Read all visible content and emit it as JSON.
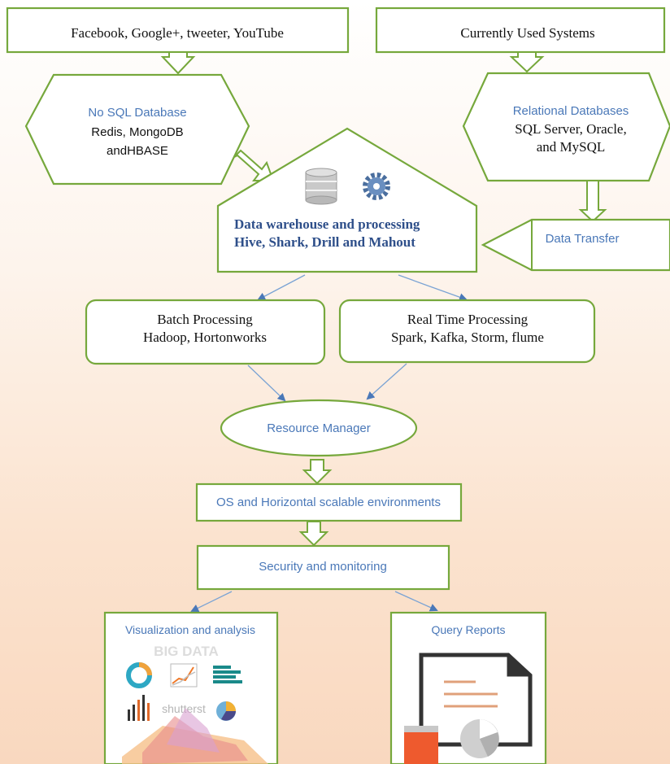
{
  "sources": {
    "social": "Facebook, Google+, tweeter, YouTube",
    "current": "Currently Used Systems"
  },
  "nosql": {
    "title": "No SQL Database",
    "line1": "Redis, MongoDB",
    "line2": "andHBASE"
  },
  "relational": {
    "title": "Relational Databases",
    "line1": "SQL Server, Oracle,",
    "line2": "and MySQL"
  },
  "warehouse": {
    "line1": "Data warehouse and processing",
    "line2": "Hive, Shark, Drill and Mahout"
  },
  "transfer": {
    "label": "Data Transfer"
  },
  "batch": {
    "title": "Batch Processing",
    "tools": "Hadoop, Hortonworks"
  },
  "realtime": {
    "title": "Real Time Processing",
    "tools": "Spark, Kafka, Storm, flume"
  },
  "resource": {
    "label": "Resource Manager"
  },
  "os": {
    "label": "OS and Horizontal scalable environments"
  },
  "security": {
    "label": "Security and monitoring"
  },
  "visualization": {
    "title": "Visualization and analysis",
    "banner": "BIG DATA",
    "watermark": "shutterst"
  },
  "query": {
    "title": "Query Reports"
  },
  "colors": {
    "border_green": "#76a83c",
    "text_blue": "#4a78b8",
    "arrow_blue": "#7aa3d4",
    "heading_blue": "#2e4f8a"
  }
}
